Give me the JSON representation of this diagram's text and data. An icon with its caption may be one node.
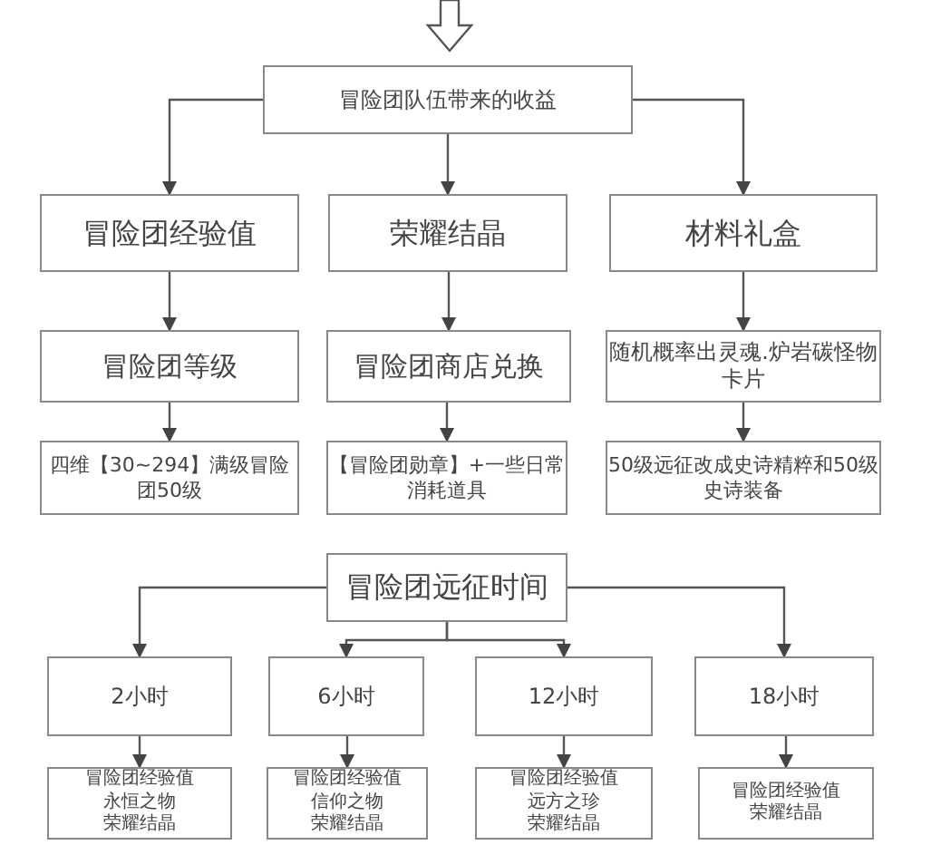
{
  "diagram": {
    "nodes": [
      {
        "text": [
          "冒险团队伍带来的收益"
        ]
      },
      {
        "text": [
          "冒险团经验值"
        ]
      },
      {
        "text": [
          "荣耀结晶"
        ]
      },
      {
        "text": [
          "材料礼盒"
        ]
      },
      {
        "text": [
          "冒险团等级"
        ]
      },
      {
        "text": [
          "冒险团商店兑换"
        ]
      },
      {
        "text": [
          "随机概率出灵魂.炉岩碳怪物卡片"
        ]
      },
      {
        "text": [
          "四维【30~294】满级冒险团50级"
        ]
      },
      {
        "text": [
          "【冒险团勋章】+一些日常消耗道具"
        ]
      },
      {
        "text": [
          "50级远征改成史诗精粹和50级史诗装备"
        ]
      },
      {
        "text": [
          "冒险团远征时间"
        ]
      },
      {
        "text": [
          "2小时"
        ]
      },
      {
        "text": [
          "6小时"
        ]
      },
      {
        "text": [
          "12小时"
        ]
      },
      {
        "text": [
          "18小时"
        ]
      },
      {
        "text": [
          "冒险团经验值",
          "永恒之物",
          "荣耀结晶"
        ]
      },
      {
        "text": [
          "冒险团经验值",
          "信仰之物",
          "荣耀结晶"
        ]
      },
      {
        "text": [
          "冒险团经验值",
          "远方之珍",
          "荣耀结晶"
        ]
      },
      {
        "text": [
          "冒险团经验值",
          "荣耀结晶"
        ]
      }
    ],
    "edges": [
      {
        "from": null,
        "to": 0,
        "arrow": "to"
      },
      {
        "from": 0,
        "to": 1,
        "arrow": "to"
      },
      {
        "from": 0,
        "to": 2,
        "arrow": "to"
      },
      {
        "from": 0,
        "to": 3,
        "arrow": "to"
      },
      {
        "from": 1,
        "to": 4,
        "arrow": "to"
      },
      {
        "from": 4,
        "to": 7,
        "arrow": "to"
      },
      {
        "from": 2,
        "to": 5,
        "arrow": "to"
      },
      {
        "from": 5,
        "to": 8,
        "arrow": "to"
      },
      {
        "from": 3,
        "to": 6,
        "arrow": "to"
      },
      {
        "from": 6,
        "to": 9,
        "arrow": "to"
      },
      {
        "from": 10,
        "to": 11,
        "arrow": "to"
      },
      {
        "from": 10,
        "to": 12,
        "arrow": "to"
      },
      {
        "from": 10,
        "to": 13,
        "arrow": "to"
      },
      {
        "from": 10,
        "to": 14,
        "arrow": "to"
      },
      {
        "from": 11,
        "to": 15,
        "arrow": "to"
      },
      {
        "from": 12,
        "to": 16,
        "arrow": "to"
      },
      {
        "from": 13,
        "to": 17,
        "arrow": "to"
      },
      {
        "from": 14,
        "to": 18,
        "arrow": "to"
      }
    ]
  }
}
